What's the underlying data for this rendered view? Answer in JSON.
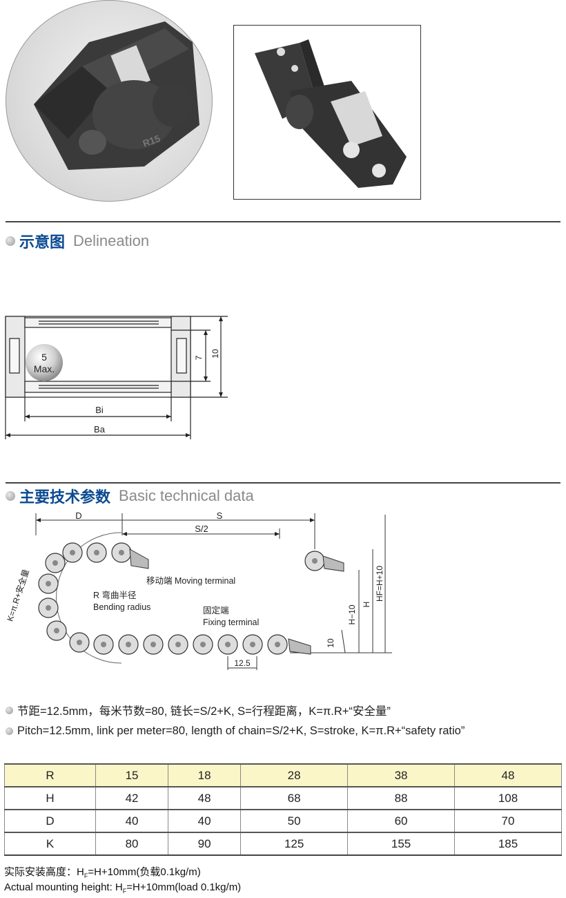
{
  "sections": {
    "delineation": {
      "cn": "示意图",
      "en": "Delineation"
    },
    "technical": {
      "cn": "主要技术参数",
      "en": "Basic technical data"
    }
  },
  "delineation_drawing": {
    "badge_value": "5",
    "badge_unit": "Max.",
    "dim_inner_height": "7",
    "dim_outer_height": "10",
    "dim_inner_width": "Bi",
    "dim_outer_width": "Ba"
  },
  "photo_marking": "R15",
  "chain_drawing": {
    "label_D": "D",
    "label_S": "S",
    "label_S2": "S/2",
    "label_K": "K=π.R+安全量",
    "moving_terminal": "移动端 Moving terminal",
    "bending_radius_cn": "R 弯曲半径",
    "bending_radius_en": "Bending radius",
    "fixing_terminal_cn": "固定端",
    "fixing_terminal_en": "Fixing terminal",
    "label_H10": "H−10",
    "label_H": "H",
    "label_HF": "HF=H+10",
    "label_10": "10",
    "label_pitch": "12.5"
  },
  "notes": {
    "cn": "节距=12.5mm，每米节数=80, 链长=S/2+K, S=行程距离，K=π.R+“安全量”",
    "en": "Pitch=12.5mm, link per meter=80, length of chain=S/2+K, S=stroke, K=π.R+“safety ratio”"
  },
  "table": {
    "rows": [
      {
        "label": "R",
        "values": [
          "15",
          "18",
          "28",
          "38",
          "48"
        ]
      },
      {
        "label": "H",
        "values": [
          "42",
          "48",
          "68",
          "88",
          "108"
        ]
      },
      {
        "label": "D",
        "values": [
          "40",
          "40",
          "50",
          "60",
          "70"
        ]
      },
      {
        "label": "K",
        "values": [
          "80",
          "90",
          "125",
          "155",
          "185"
        ]
      }
    ]
  },
  "footer": {
    "cn_prefix": "实际安装高度：H",
    "cn_sub": "F",
    "cn_suffix": "=H+10mm(负载0.1kg/m)",
    "en_prefix": "Actual mounting height: H",
    "en_sub": "F",
    "en_suffix": "=H+10mm(load 0.1kg/m)"
  },
  "colors": {
    "heading_blue": "#0b4a91",
    "heading_gray": "#8a8a8a",
    "table_header_bg": "#fbf6c8"
  }
}
